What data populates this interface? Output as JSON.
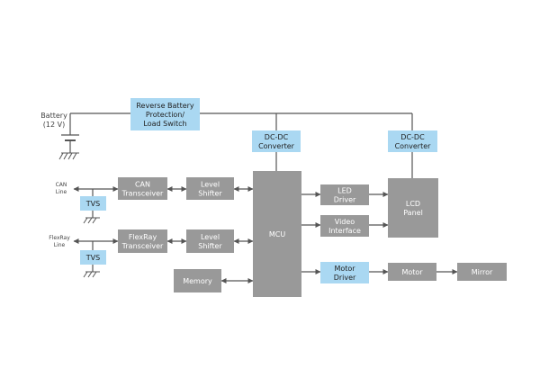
{
  "colors": {
    "gray_block": "#999999",
    "blue_block": "#aad8f2",
    "line": "#555555",
    "gray_text": "#ffffff",
    "blue_text": "#222222",
    "label_text": "#444444"
  },
  "labels": {
    "battery": "Battery",
    "battery_voltage": "(12 V)",
    "can_line_1": "CAN",
    "can_line_2": "Line",
    "flexray_line_1": "FlexRay",
    "flexray_line_2": "Line"
  },
  "blocks": {
    "reverse_battery": {
      "lines": [
        "Reverse Battery",
        "Protection/",
        "Load Switch"
      ],
      "style": "blue"
    },
    "dcdc_mcu": {
      "lines": [
        "DC-DC",
        "Converter"
      ],
      "style": "blue"
    },
    "dcdc_lcd": {
      "lines": [
        "DC-DC",
        "Converter"
      ],
      "style": "blue"
    },
    "can_transceiver": {
      "lines": [
        "CAN",
        "Transceiver"
      ],
      "style": "gray"
    },
    "level_shifter_can": {
      "lines": [
        "Level",
        "Shifter"
      ],
      "style": "gray"
    },
    "tvs_can": {
      "lines": [
        "TVS"
      ],
      "style": "blue"
    },
    "flexray_transceiver": {
      "lines": [
        "FlexRay",
        "Transceiver"
      ],
      "style": "gray"
    },
    "level_shifter_flexray": {
      "lines": [
        "Level",
        "Shifter"
      ],
      "style": "gray"
    },
    "tvs_flexray": {
      "lines": [
        "TVS"
      ],
      "style": "blue"
    },
    "mcu": {
      "lines": [
        "MCU"
      ],
      "style": "gray"
    },
    "memory": {
      "lines": [
        "Memory"
      ],
      "style": "gray"
    },
    "led_driver": {
      "lines": [
        "LED",
        "Driver"
      ],
      "style": "gray"
    },
    "video_interface": {
      "lines": [
        "Video",
        "Interface"
      ],
      "style": "gray"
    },
    "lcd_panel": {
      "lines": [
        "LCD",
        "Panel"
      ],
      "style": "gray"
    },
    "motor_driver": {
      "lines": [
        "Motor",
        "Driver"
      ],
      "style": "blue"
    },
    "motor": {
      "lines": [
        "Motor"
      ],
      "style": "gray"
    },
    "mirror": {
      "lines": [
        "Mirror"
      ],
      "style": "gray"
    }
  }
}
